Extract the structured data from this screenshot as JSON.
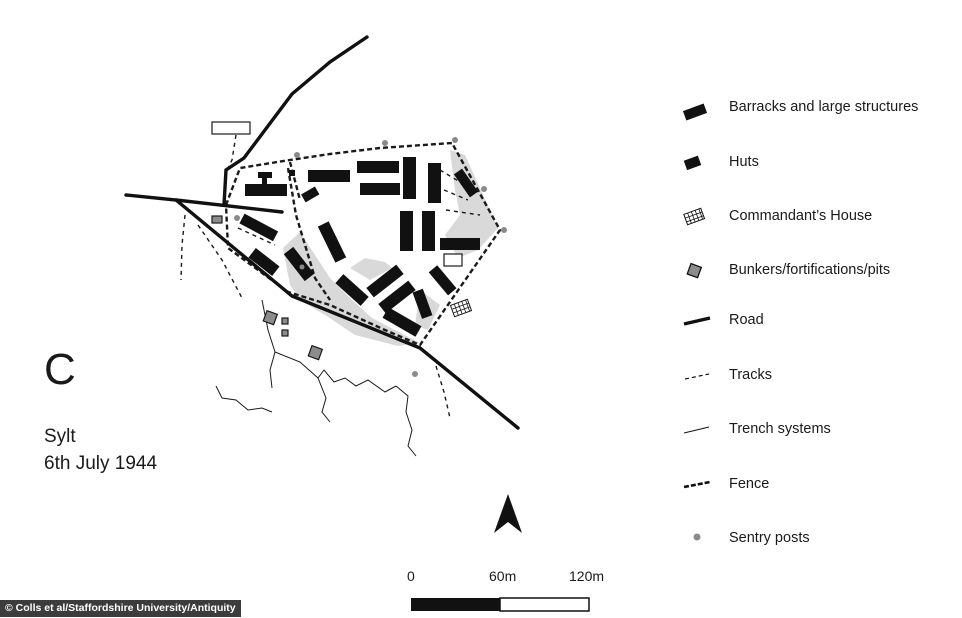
{
  "panel": {
    "letter": "C",
    "site": "Sylt",
    "date": "6th July 1944"
  },
  "legend": {
    "items": [
      {
        "key": "barracks",
        "label": "Barracks and large structures",
        "icon": "barracks-icon"
      },
      {
        "key": "huts",
        "label": "Huts",
        "icon": "hut-icon"
      },
      {
        "key": "commandant",
        "label": "Commandant’s House",
        "icon": "commandant-house-icon"
      },
      {
        "key": "bunkers",
        "label": "Bunkers/fortifications/pits",
        "icon": "bunker-icon"
      },
      {
        "key": "road",
        "label": "Road",
        "icon": "road-icon"
      },
      {
        "key": "tracks",
        "label": "Tracks",
        "icon": "track-icon"
      },
      {
        "key": "trench",
        "label": "Trench systems",
        "icon": "trench-icon"
      },
      {
        "key": "fence",
        "label": "Fence",
        "icon": "fence-icon"
      },
      {
        "key": "sentry",
        "label": "Sentry posts",
        "icon": "sentry-post-icon"
      }
    ]
  },
  "scale_bar": {
    "labels": [
      "0",
      "60m",
      "120m"
    ]
  },
  "north_arrow": "north-arrow-icon",
  "credit": "© Colls et al/Staffordshire University/Antiquity",
  "colors": {
    "ink": "#1a1a1a",
    "area_fill": "#d9d9d9",
    "sentry": "#8a8a8a",
    "bunker_fill": "#8c8c8c",
    "credit_bg": "#3c3c3c"
  }
}
